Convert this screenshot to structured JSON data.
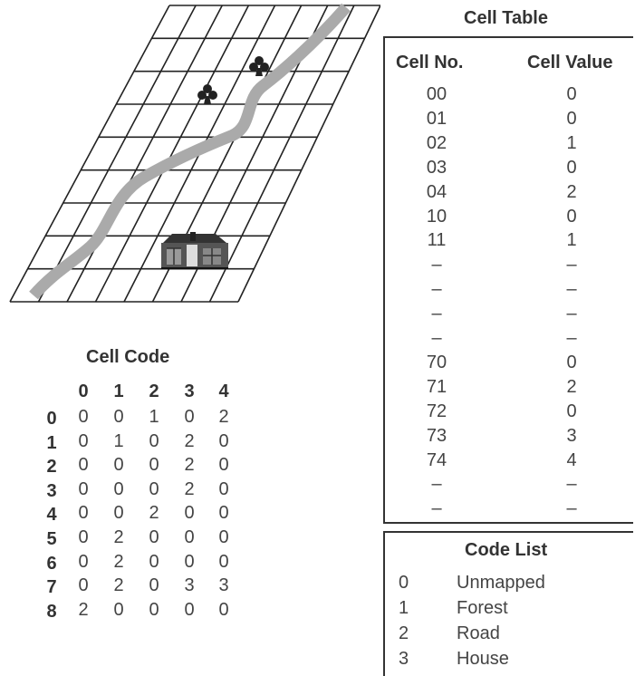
{
  "colors": {
    "text": "#333333",
    "grid_line": "#222222",
    "road": "#aaaaaa",
    "background": "#ffffff"
  },
  "icons": {
    "forest": "club-tree-icon",
    "house": "house-icon"
  },
  "cell_code": {
    "title": "Cell Code",
    "column_headers": [
      "0",
      "1",
      "2",
      "3",
      "4"
    ],
    "row_headers": [
      "0",
      "1",
      "2",
      "3",
      "4",
      "5",
      "6",
      "7",
      "8"
    ],
    "rows": [
      [
        "0",
        "0",
        "1",
        "0",
        "2"
      ],
      [
        "0",
        "1",
        "0",
        "2",
        "0"
      ],
      [
        "0",
        "0",
        "0",
        "2",
        "0"
      ],
      [
        "0",
        "0",
        "0",
        "2",
        "0"
      ],
      [
        "0",
        "0",
        "2",
        "0",
        "0"
      ],
      [
        "0",
        "2",
        "0",
        "0",
        "0"
      ],
      [
        "0",
        "2",
        "0",
        "0",
        "0"
      ],
      [
        "0",
        "2",
        "0",
        "3",
        "3"
      ],
      [
        "2",
        "0",
        "0",
        "0",
        "0"
      ]
    ]
  },
  "cell_table": {
    "title": "Cell Table",
    "col_no": "Cell No.",
    "col_value": "Cell Value",
    "rows": [
      {
        "no": "00",
        "value": "0"
      },
      {
        "no": "01",
        "value": "0"
      },
      {
        "no": "02",
        "value": "1"
      },
      {
        "no": "03",
        "value": "0"
      },
      {
        "no": "04",
        "value": "2"
      },
      {
        "no": "10",
        "value": "0"
      },
      {
        "no": "11",
        "value": "1"
      },
      {
        "no": "–",
        "value": "–"
      },
      {
        "no": "–",
        "value": "–"
      },
      {
        "no": "–",
        "value": "–"
      },
      {
        "no": "–",
        "value": "–"
      },
      {
        "no": "70",
        "value": "0"
      },
      {
        "no": "71",
        "value": "2"
      },
      {
        "no": "72",
        "value": "0"
      },
      {
        "no": "73",
        "value": "3"
      },
      {
        "no": "74",
        "value": "4"
      },
      {
        "no": "–",
        "value": "–"
      },
      {
        "no": "–",
        "value": "–"
      }
    ]
  },
  "code_list": {
    "title": "Code List",
    "items": [
      {
        "code": "0",
        "label": "Unmapped"
      },
      {
        "code": "1",
        "label": "Forest"
      },
      {
        "code": "2",
        "label": "Road"
      },
      {
        "code": "3",
        "label": "House"
      }
    ]
  }
}
